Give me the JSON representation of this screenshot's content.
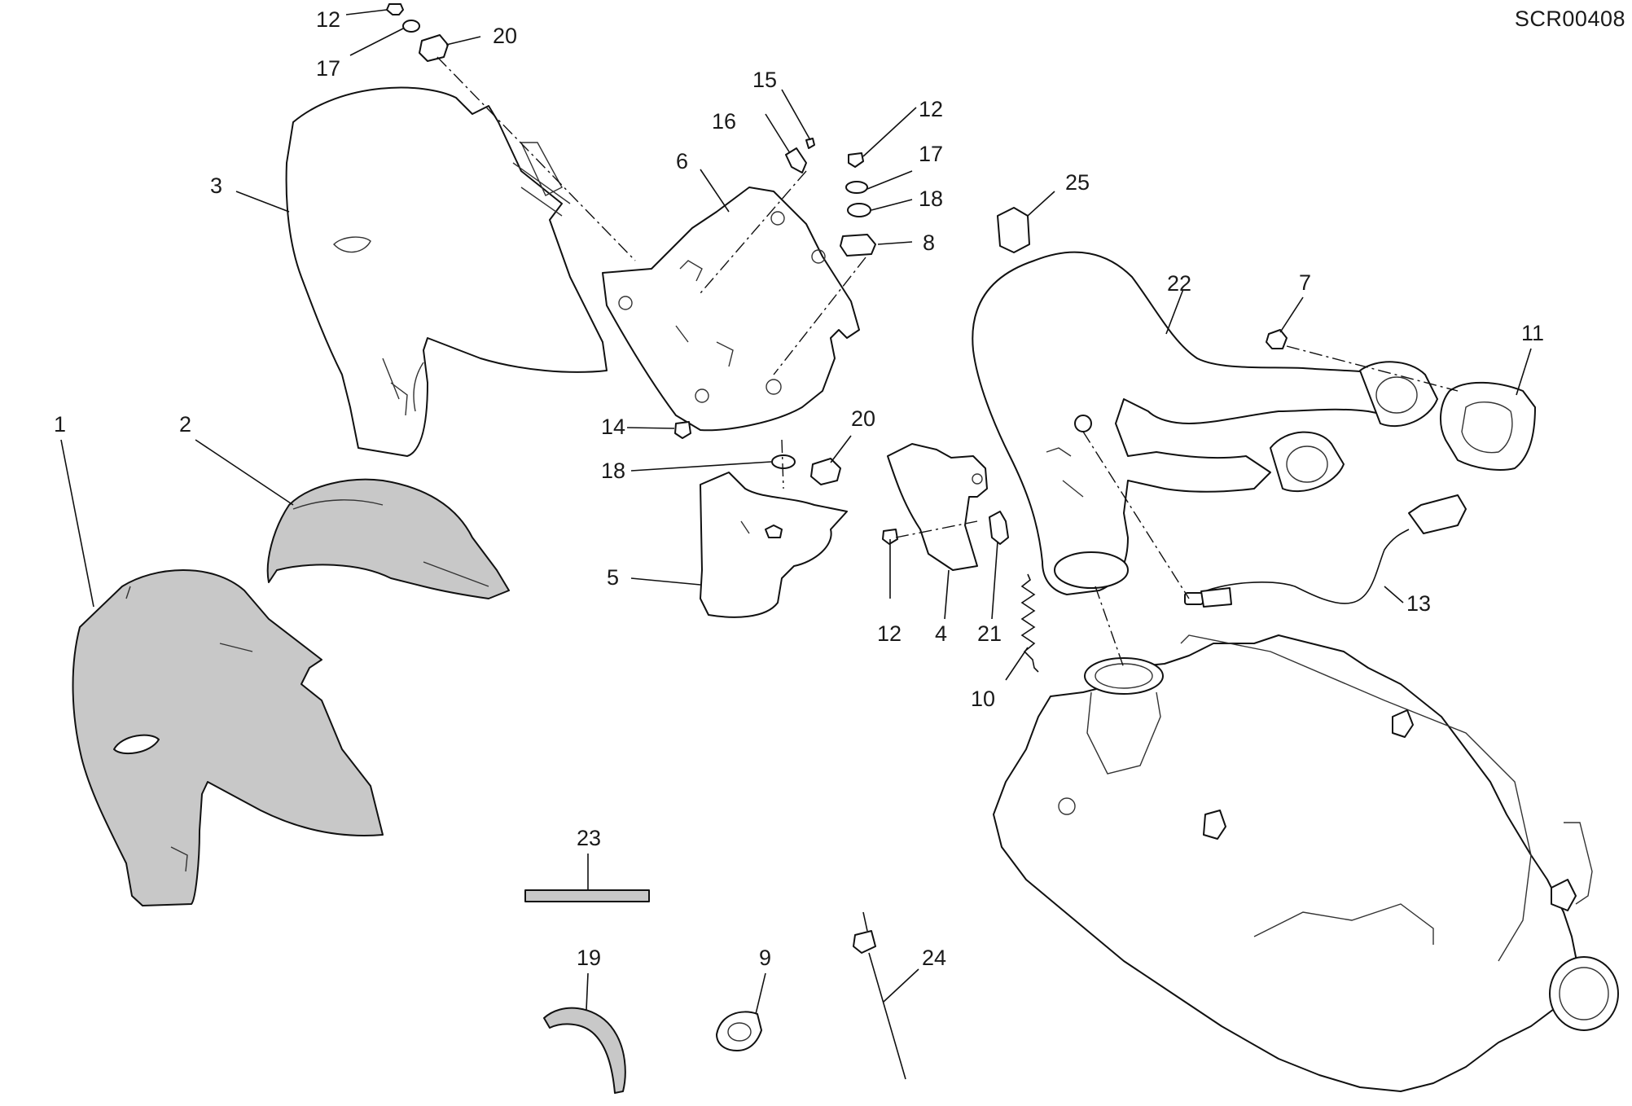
{
  "drawing_code": "SCR00408",
  "callouts": [
    {
      "id": "c1",
      "label": "1"
    },
    {
      "id": "c2",
      "label": "2"
    },
    {
      "id": "c3",
      "label": "3"
    },
    {
      "id": "c4",
      "label": "4"
    },
    {
      "id": "c5",
      "label": "5"
    },
    {
      "id": "c6",
      "label": "6"
    },
    {
      "id": "c7",
      "label": "7"
    },
    {
      "id": "c8",
      "label": "8"
    },
    {
      "id": "c9",
      "label": "9"
    },
    {
      "id": "c10",
      "label": "10"
    },
    {
      "id": "c11",
      "label": "11"
    },
    {
      "id": "c12a",
      "label": "12"
    },
    {
      "id": "c12b",
      "label": "12"
    },
    {
      "id": "c12c",
      "label": "12"
    },
    {
      "id": "c13",
      "label": "13"
    },
    {
      "id": "c14",
      "label": "14"
    },
    {
      "id": "c15",
      "label": "15"
    },
    {
      "id": "c16",
      "label": "16"
    },
    {
      "id": "c17a",
      "label": "17"
    },
    {
      "id": "c17b",
      "label": "17"
    },
    {
      "id": "c18a",
      "label": "18"
    },
    {
      "id": "c18b",
      "label": "18"
    },
    {
      "id": "c19",
      "label": "19"
    },
    {
      "id": "c20a",
      "label": "20"
    },
    {
      "id": "c20b",
      "label": "20"
    },
    {
      "id": "c21",
      "label": "21"
    },
    {
      "id": "c22",
      "label": "22"
    },
    {
      "id": "c23",
      "label": "23"
    },
    {
      "id": "c24",
      "label": "24"
    },
    {
      "id": "c25",
      "label": "25"
    }
  ]
}
